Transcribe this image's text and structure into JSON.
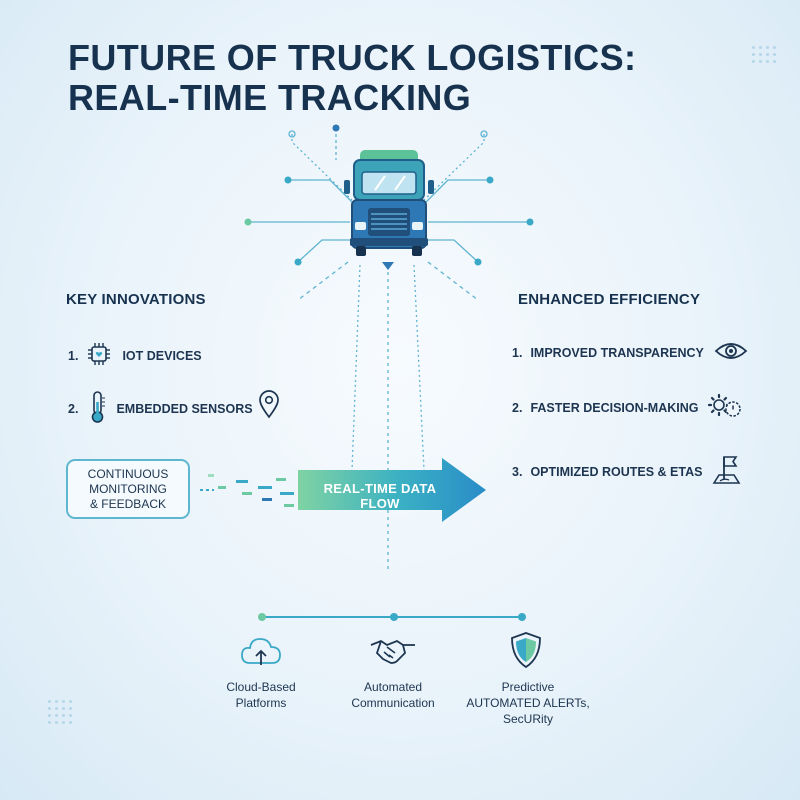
{
  "title": {
    "line1": "FUTURE OF TRUCK LOGISTICS:",
    "line2": "REAL-TIME TRACKING"
  },
  "left": {
    "heading": "KEY INNOVATIONS",
    "items": [
      {
        "num": "1.",
        "label": "IOT DEVICES",
        "icon": "chip-icon"
      },
      {
        "num": "2.",
        "label": "EMBEDDED SENSORS",
        "icon": "thermometer-icon"
      }
    ],
    "location_icon": "location-pin-icon",
    "feedback_box": {
      "line1": "CONTINUOUS",
      "line2": "MONITORING",
      "line3": "& FEEDBACK"
    }
  },
  "center": {
    "arrow_label": "REAL-TIME DATA FLOW"
  },
  "right": {
    "heading": "ENHANCED EFFICIENCY",
    "items": [
      {
        "num": "1.",
        "label": "IMPROVED TRANSPARENCY",
        "icon": "eye-icon"
      },
      {
        "num": "2.",
        "label": "FASTER DECISION-MAKING",
        "icon": "gear-clock-icon"
      },
      {
        "num": "3.",
        "label": "OPTIMIZED ROUTES & ETAS",
        "icon": "route-flag-icon"
      }
    ]
  },
  "bottom": {
    "features": [
      {
        "line1": "Cloud-Based",
        "line2": "Platforms",
        "icon": "cloud-upload-icon"
      },
      {
        "line1": "Automated",
        "line2": "Communication",
        "icon": "handshake-icon"
      },
      {
        "line1": "Predictive",
        "line2": "AUTOMATED ALERTs, SecURity",
        "icon": "shield-icon"
      }
    ]
  },
  "colors": {
    "navy": "#17324f",
    "teal": "#3aa8c7",
    "green": "#6cc9a2",
    "truck_blue": "#2e78b5",
    "truck_green": "#4fb98f"
  }
}
